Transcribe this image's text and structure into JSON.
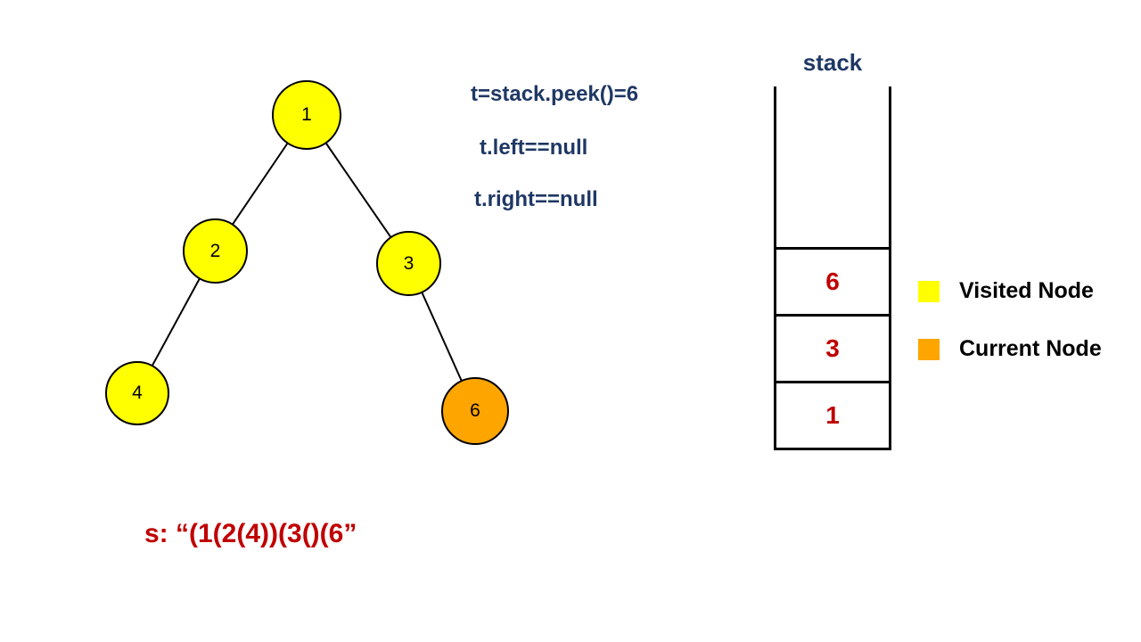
{
  "colors": {
    "visited": "#FFFF00",
    "current": "#FFA500",
    "annotation": "#1F3864",
    "stack_value": "#C00000",
    "result": "#C00000"
  },
  "tree": {
    "nodes": [
      {
        "label": "1",
        "state": "visited"
      },
      {
        "label": "2",
        "state": "visited"
      },
      {
        "label": "3",
        "state": "visited"
      },
      {
        "label": "4",
        "state": "visited"
      },
      {
        "label": "6",
        "state": "current"
      }
    ],
    "edges": [
      [
        "1",
        "2"
      ],
      [
        "1",
        "3"
      ],
      [
        "2",
        "4"
      ],
      [
        "3",
        "6"
      ]
    ]
  },
  "annotations": {
    "line1": "t=stack.peek()=6",
    "line2": "t.left==null",
    "line3": "t.right==null"
  },
  "stack": {
    "title": "stack",
    "items": [
      "6",
      "3",
      "1"
    ]
  },
  "legend": [
    {
      "label": "Visited Node",
      "state": "visited"
    },
    {
      "label": "Current Node",
      "state": "current"
    }
  ],
  "result": "s: “(1(2(4))(3()(6”"
}
